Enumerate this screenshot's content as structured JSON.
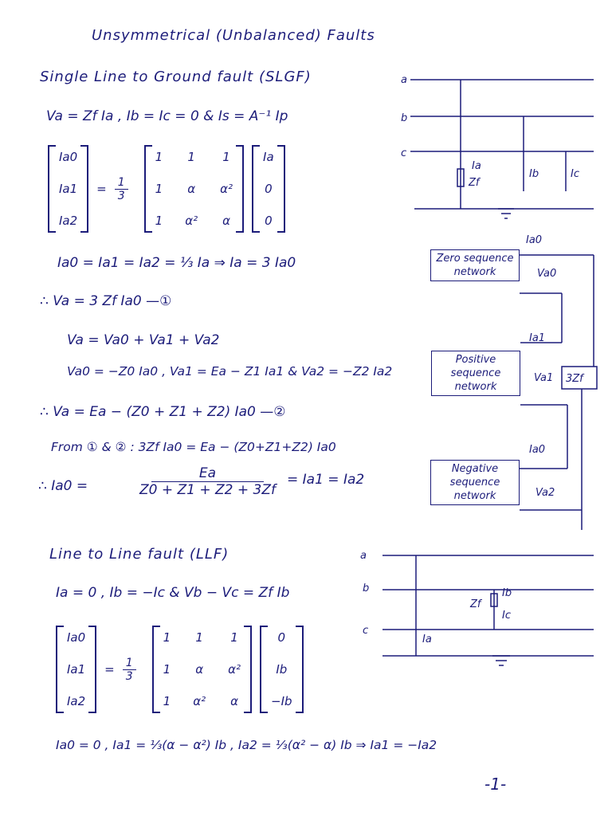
{
  "title": "Unsymmetrical (Unbalanced) Faults",
  "slgf": {
    "heading": "Single Line to Ground fault (SLGF)",
    "conditions": "Va = Zf Ia ,  Ib = Ic = 0 & Is = A⁻¹ Ip",
    "matrix": {
      "lhs": [
        "Ia0",
        "Ia1",
        "Ia2"
      ],
      "scale_num": "1",
      "scale_den": "3",
      "A": [
        [
          "1",
          "1",
          "1"
        ],
        [
          "1",
          "α",
          "α²"
        ],
        [
          "1",
          "α²",
          "α"
        ]
      ],
      "rhs": [
        "Ia",
        "0",
        "0"
      ]
    },
    "eq1": "Ia0 = Ia1 = Ia2 = ⅓ Ia ⇒ Ia = 3 Ia0",
    "eq2": "∴ Va = 3 Zf Ia0 —①",
    "eq3": "Va = Va0 + Va1 + Va2",
    "eq4": "Va0 = −Z0 Ia0 ,  Va1 = Ea − Z1 Ia1 & Va2 = −Z2 Ia2",
    "eq5": "∴ Va = Ea − (Z0 + Z1 + Z2) Ia0 —②",
    "eq6": "From ① & ② :  3Zf Ia0 = Ea − (Z0+Z1+Z2) Ia0",
    "eq7_lhs": "∴ Ia0 =",
    "eq7_num": "Ea",
    "eq7_den": "Z0 + Z1 + Z2 + 3Zf",
    "eq7_rhs": "= Ia1 = Ia2",
    "diagram": {
      "phases": [
        "a",
        "b",
        "c"
      ],
      "labels": {
        "ia": "Ia",
        "zf": "Zf",
        "ib": "Ib",
        "ic": "Ic"
      }
    },
    "networks": [
      {
        "label": "Zero sequence network",
        "current": "Ia0",
        "voltage": "Va0"
      },
      {
        "label": "Positive sequence network",
        "current": "Ia1",
        "voltage": "Va1"
      },
      {
        "label": "Negative sequence network",
        "current": "Ia0",
        "voltage": "Va2"
      }
    ],
    "series_impedance": "3Zf"
  },
  "llf": {
    "heading": "Line to Line fault (LLF)",
    "conditions": "Ia = 0 ,  Ib = −Ic & Vb − Vc = Zf Ib",
    "matrix": {
      "lhs": [
        "Ia0",
        "Ia1",
        "Ia2"
      ],
      "scale_num": "1",
      "scale_den": "3",
      "A": [
        [
          "1",
          "1",
          "1"
        ],
        [
          "1",
          "α",
          "α²"
        ],
        [
          "1",
          "α²",
          "α"
        ]
      ],
      "rhs": [
        "0",
        "Ib",
        "−Ib"
      ]
    },
    "result": "Ia0 = 0 ,  Ia1 = ⅓(α − α²) Ib ,  Ia2 = ⅓(α² − α) Ib ⇒ Ia1 = −Ia2",
    "diagram": {
      "phases": [
        "a",
        "b",
        "c"
      ],
      "labels": {
        "zf": "Zf",
        "ib": "Ib",
        "ic": "Ic",
        "ia": "Ia"
      }
    }
  },
  "page_number": "-1-",
  "ink_color": "#1c1c7a"
}
